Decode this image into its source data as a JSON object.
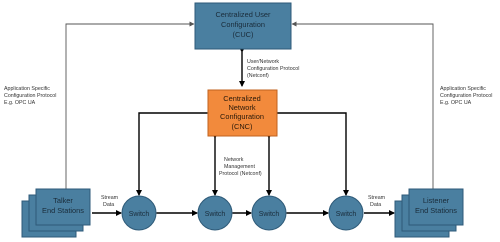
{
  "colors": {
    "blue_fill": "#4a7fa0",
    "blue_stroke": "#2e5a78",
    "orange_fill": "#f28a3c",
    "orange_stroke": "#c0621e",
    "line": "#000000",
    "thin_line": "#555555"
  },
  "cuc": {
    "line1": "Centralized User",
    "line2": "Configuration",
    "line3": "(CUC)"
  },
  "cnc": {
    "line1": "Centralized",
    "line2": "Network",
    "line3": "Configuration",
    "line4": "(CNC)"
  },
  "labels": {
    "uni_protocol": {
      "line1": "User/Network",
      "line2": "Configuration Protocol",
      "line3": "(Netconf)"
    },
    "mgmt_protocol": {
      "line1": "Network",
      "line2": "Management",
      "line3": "Protocol (Netconf)"
    },
    "app_left": {
      "line1": "Application Specific",
      "line2": "Configuration Protocol",
      "line3": "E.g. OPC UA"
    },
    "app_right": {
      "line1": "Application Specific",
      "line2": "Configuration Protocol",
      "line3": "E.g. OPC UA"
    },
    "stream_left": {
      "line1": "Stream",
      "line2": "Data"
    },
    "stream_right": {
      "line1": "Stream",
      "line2": "Data"
    }
  },
  "talker": {
    "line1": "Talker",
    "line2": "End Stations"
  },
  "listener": {
    "line1": "Listener",
    "line2": "End Stations"
  },
  "switches": [
    "Switch",
    "Switch",
    "Switch",
    "Switch"
  ]
}
